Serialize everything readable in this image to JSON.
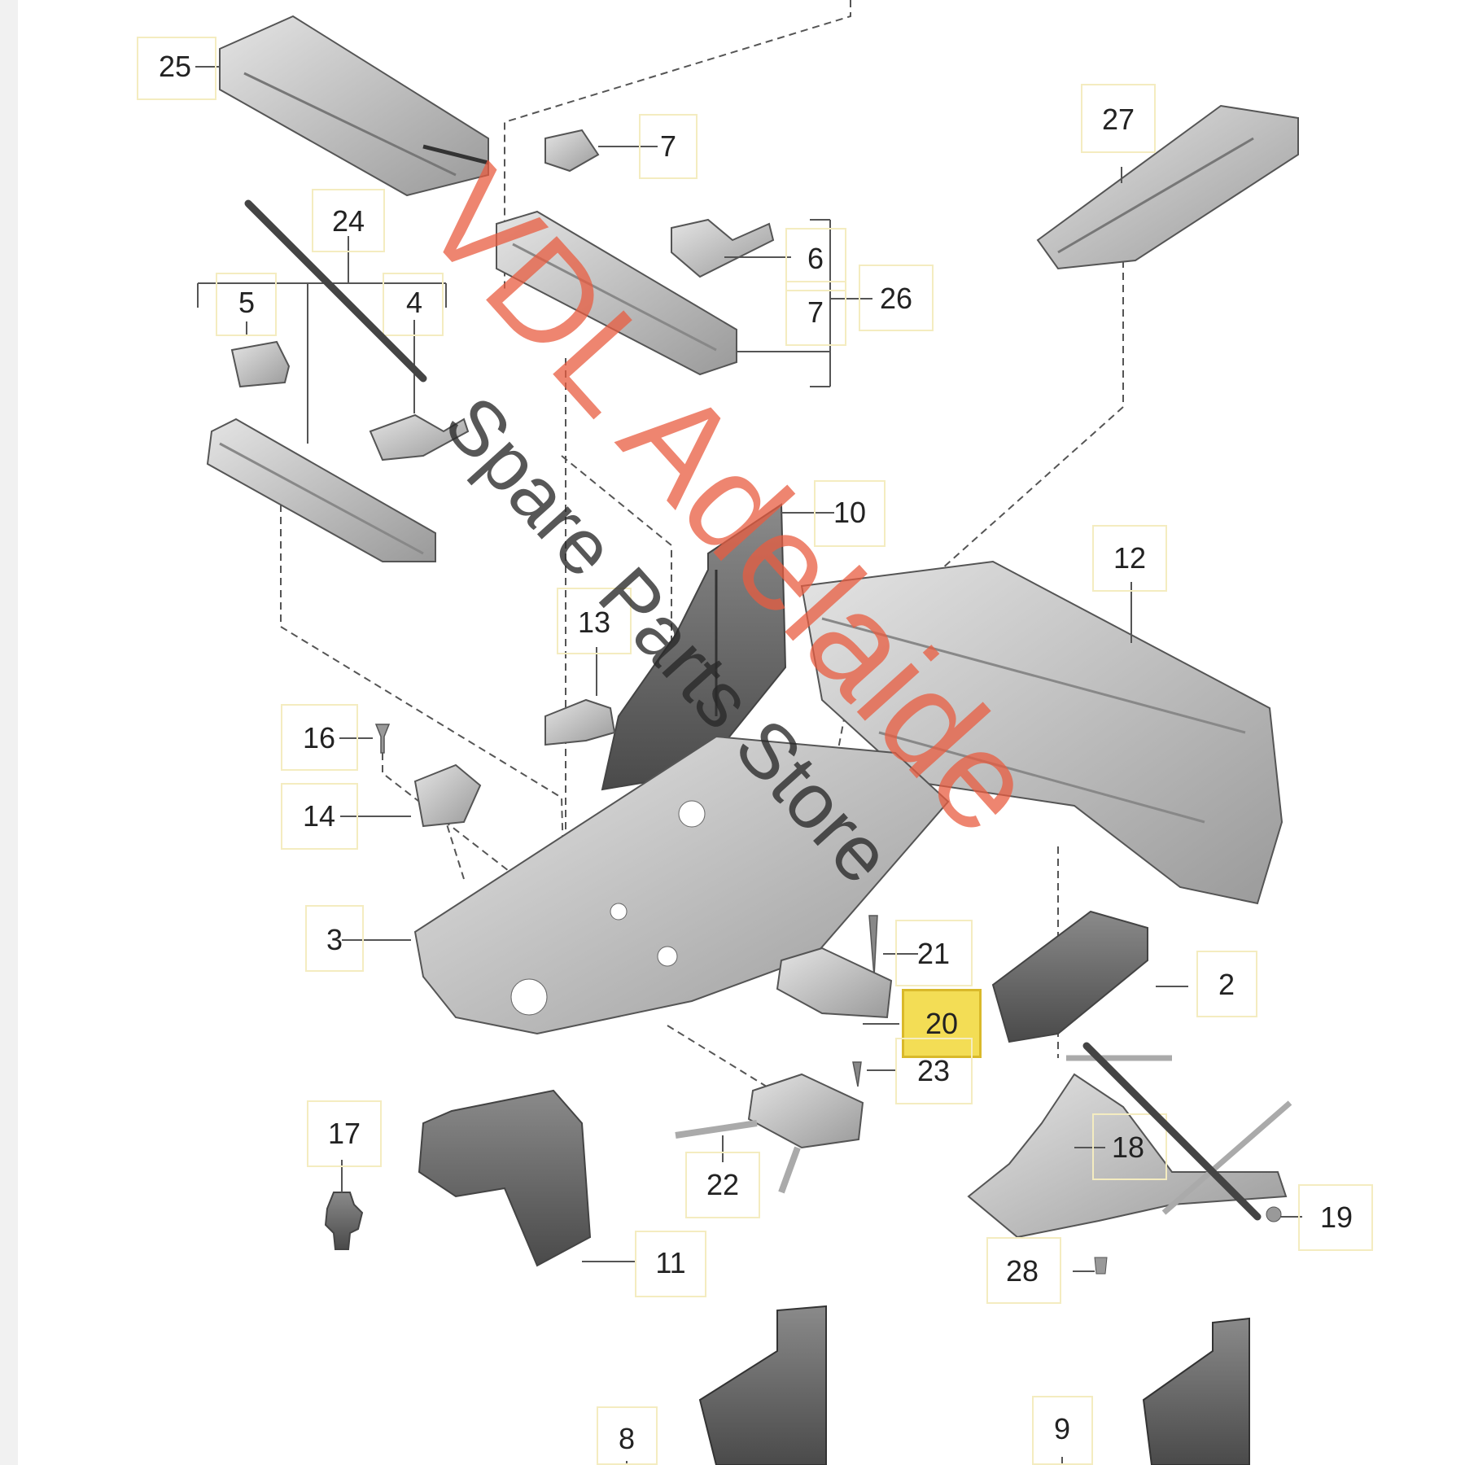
{
  "watermark": {
    "line1": "VDL Adelaide",
    "line2": "Spare Parts Store"
  },
  "callouts": {
    "c25": "25",
    "c24": "24",
    "c5": "5",
    "c4": "4",
    "c7a": "7",
    "c6": "6",
    "c7b": "7",
    "c26": "26",
    "c27": "27",
    "c10": "10",
    "c12": "12",
    "c13": "13",
    "c16": "16",
    "c14": "14",
    "c3": "3",
    "c21": "21",
    "c20": "20",
    "c23": "23",
    "c2": "2",
    "c17": "17",
    "c22": "22",
    "c18": "18",
    "c19": "19",
    "c28": "28",
    "c11": "11",
    "c8": "8",
    "c9": "9"
  },
  "colors": {
    "highlight": "#f3dd55",
    "label_box": "#f4ecc0",
    "watermark_red": "#e85c40",
    "watermark_dark": "#282828"
  }
}
